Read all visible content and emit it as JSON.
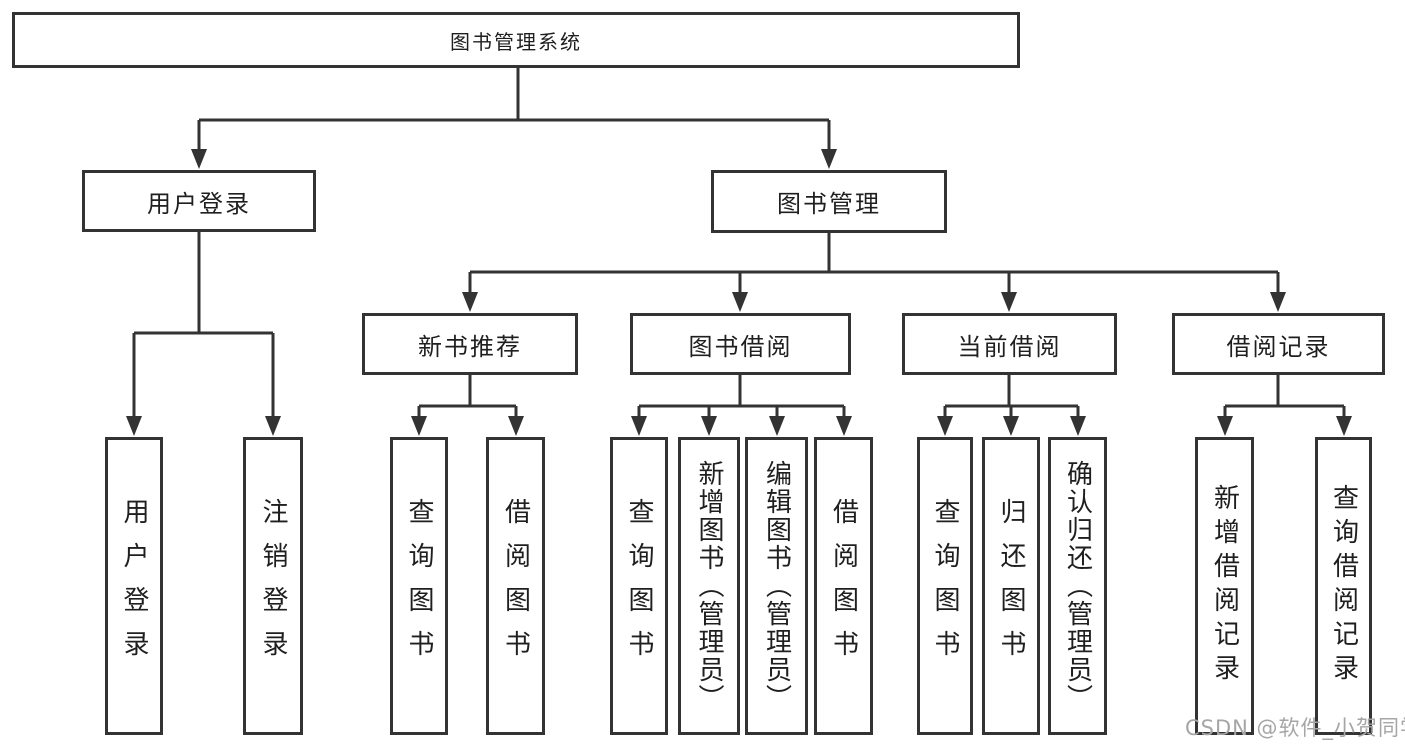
{
  "colors": {
    "line": "#333333",
    "text": "#1f1f1f",
    "background": "#ffffff",
    "watermark": "#a6a6a6"
  },
  "watermark": "CSDN @软件_小贺同学",
  "tree": {
    "label": "图书管理系统",
    "children": [
      {
        "label": "用户登录",
        "children": [
          {
            "label": "用户登录"
          },
          {
            "label": "注销登录"
          }
        ]
      },
      {
        "label": "图书管理",
        "children": [
          {
            "label": "新书推荐",
            "children": [
              {
                "label": "查询图书"
              },
              {
                "label": "借阅图书"
              }
            ]
          },
          {
            "label": "图书借阅",
            "children": [
              {
                "label": "查询图书"
              },
              {
                "label": "新增图书（管理员）"
              },
              {
                "label": "编辑图书（管理员）"
              },
              {
                "label": "借阅图书"
              }
            ]
          },
          {
            "label": "当前借阅",
            "children": [
              {
                "label": "查询图书"
              },
              {
                "label": "归还图书"
              },
              {
                "label": "确认归还（管理员）"
              }
            ]
          },
          {
            "label": "借阅记录",
            "children": [
              {
                "label": "新增借阅记录"
              },
              {
                "label": "查询借阅记录"
              }
            ]
          }
        ]
      }
    ]
  }
}
